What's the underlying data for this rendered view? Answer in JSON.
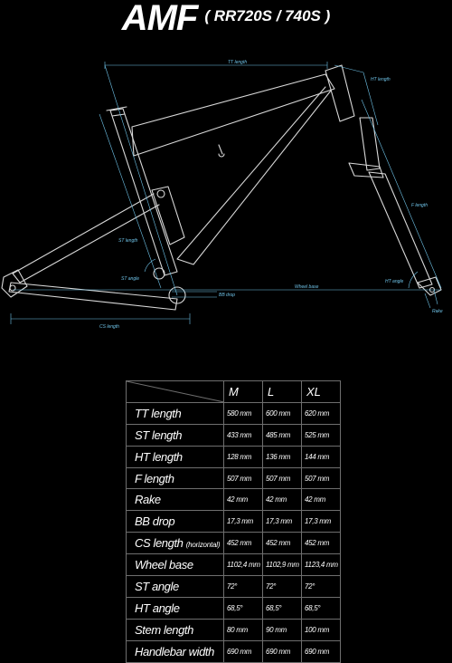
{
  "title": {
    "model": "AMF",
    "variants": "( RR720S / 740S )"
  },
  "diagram_labels": {
    "tt": "TT length",
    "ht": "HT length",
    "f": "F length",
    "st": "ST length",
    "st_angle": "ST angle",
    "ht_angle": "HT angle",
    "bb_drop": "BB drop",
    "wheelbase": "Wheel base",
    "cs": "CS length",
    "rake": "Rake"
  },
  "colors": {
    "dimension": "#6fc3e8",
    "frame": "#d8d8d8",
    "grid": "#6e6e6e"
  },
  "table": {
    "sizes": [
      "M",
      "L",
      "XL"
    ],
    "rows": [
      {
        "label": "TT length",
        "note": "",
        "values": [
          "580 mm",
          "600 mm",
          "620 mm"
        ]
      },
      {
        "label": "ST length",
        "note": "",
        "values": [
          "433 mm",
          "485 mm",
          "525 mm"
        ]
      },
      {
        "label": "HT length",
        "note": "",
        "values": [
          "128 mm",
          "136 mm",
          "144 mm"
        ]
      },
      {
        "label": "F length",
        "note": "",
        "values": [
          "507 mm",
          "507 mm",
          "507 mm"
        ]
      },
      {
        "label": "Rake",
        "note": "",
        "values": [
          "42 mm",
          "42 mm",
          "42 mm"
        ]
      },
      {
        "label": "BB drop",
        "note": "",
        "values": [
          "17,3 mm",
          "17,3 mm",
          "17,3 mm"
        ]
      },
      {
        "label": "CS length",
        "note": "(horizontal)",
        "values": [
          "452 mm",
          "452 mm",
          "452 mm"
        ]
      },
      {
        "label": "Wheel base",
        "note": "",
        "values": [
          "1102,4 mm",
          "1102,9 mm",
          "1123,4 mm"
        ]
      },
      {
        "label": "ST angle",
        "note": "",
        "values": [
          "72°",
          "72°",
          "72°"
        ]
      },
      {
        "label": "HT angle",
        "note": "",
        "values": [
          "68,5°",
          "68,5°",
          "68,5°"
        ]
      },
      {
        "label": "Stem length",
        "note": "",
        "values": [
          "80 mm",
          "90 mm",
          "100 mm"
        ]
      },
      {
        "label": "Handlebar width",
        "note": "",
        "values": [
          "690 mm",
          "690 mm",
          "690 mm"
        ]
      }
    ]
  }
}
